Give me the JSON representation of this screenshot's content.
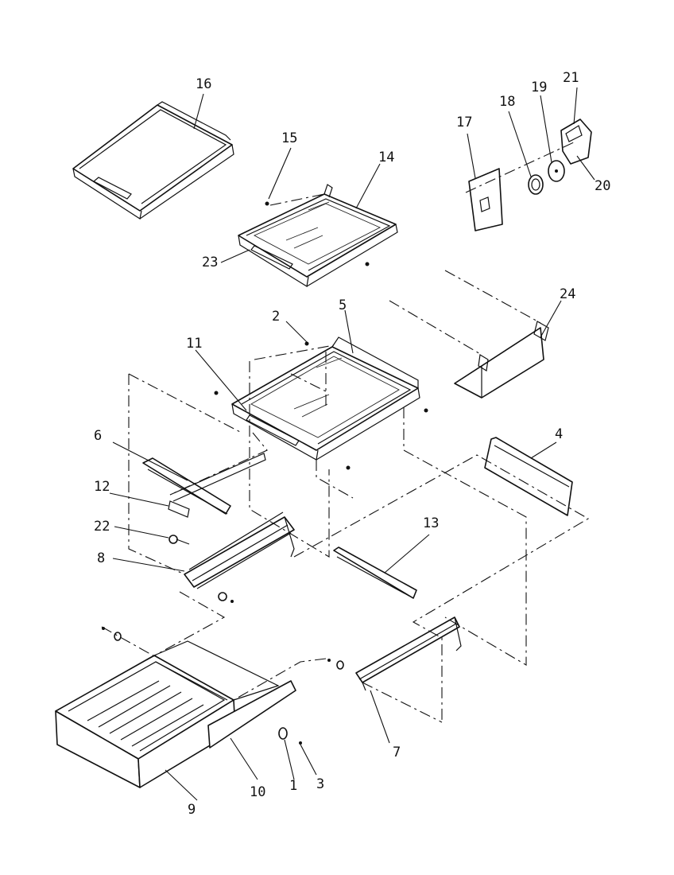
{
  "callouts": [
    {
      "id": "p1",
      "text": "1"
    },
    {
      "id": "p2",
      "text": "2"
    },
    {
      "id": "p3",
      "text": "3"
    },
    {
      "id": "p4",
      "text": "4"
    },
    {
      "id": "p5",
      "text": "5"
    },
    {
      "id": "p6",
      "text": "6"
    },
    {
      "id": "p7",
      "text": "7"
    },
    {
      "id": "p8",
      "text": "8"
    },
    {
      "id": "p9",
      "text": "9"
    },
    {
      "id": "p10",
      "text": "10"
    },
    {
      "id": "p11",
      "text": "11"
    },
    {
      "id": "p12",
      "text": "12"
    },
    {
      "id": "p13",
      "text": "13"
    },
    {
      "id": "p14",
      "text": "14"
    },
    {
      "id": "p15",
      "text": "15"
    },
    {
      "id": "p16",
      "text": "16"
    },
    {
      "id": "p17",
      "text": "17"
    },
    {
      "id": "p18",
      "text": "18"
    },
    {
      "id": "p19",
      "text": "19"
    },
    {
      "id": "p20",
      "text": "20"
    },
    {
      "id": "p21",
      "text": "21"
    },
    {
      "id": "p22",
      "text": "22"
    },
    {
      "id": "p23",
      "text": "23"
    },
    {
      "id": "p24",
      "text": "24"
    }
  ]
}
